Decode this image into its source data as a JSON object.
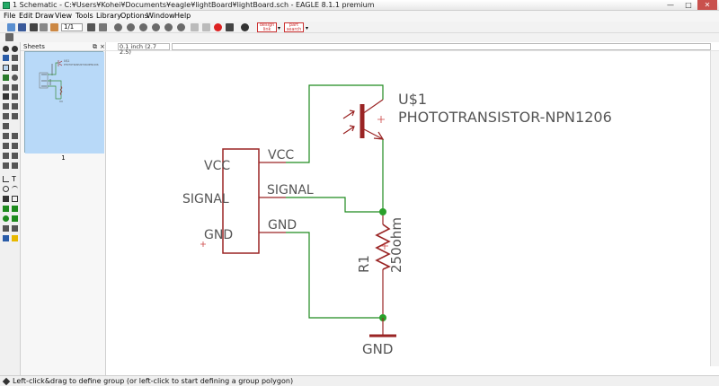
{
  "window": {
    "title": "1 Schematic - C:¥Users¥Kohei¥Documents¥eagle¥lightBoard¥lightBoard.sch - EAGLE 8.1.1 premium",
    "controls": [
      "—",
      "□",
      "✕"
    ]
  },
  "menu": [
    "File",
    "Edit",
    "Draw",
    "View",
    "Tools",
    "Library",
    "Options",
    "Window",
    "Help"
  ],
  "toolbar": {
    "sheet_select": "1/1",
    "icons": [
      "open-icon",
      "save-icon",
      "print-icon",
      "cam-icon",
      "board-icon",
      "sheet-combo-icon",
      "script-icon",
      "run-icon",
      "zoom-fit-icon",
      "zoom-in-icon",
      "zoom-out-icon",
      "zoom-select-icon",
      "redraw-icon",
      "undo-icon",
      "redo-icon",
      "stop-icon",
      "go-icon",
      "help-icon"
    ],
    "design_link_label": "design link",
    "part_search_label": "part search"
  },
  "sheets_panel": {
    "header": "Sheets",
    "sheet_label": "1",
    "thumb_label_name": "U$1",
    "thumb_label_part": "PHOTOTRANSISTOR-NPN1206"
  },
  "coordinate": "0.1 inch (2.7 2.5)",
  "command_line": "",
  "schematic": {
    "connector": {
      "pin_labels": [
        "VCC",
        "SIGNAL",
        "GND"
      ],
      "net_labels": [
        "VCC",
        "SIGNAL",
        "GND"
      ]
    },
    "transistor": {
      "name": "U$1",
      "part": "PHOTOTRANSISTOR-NPN1206"
    },
    "resistor": {
      "name": "R1",
      "value": "250ohm"
    },
    "ground_label": "GND",
    "colors": {
      "net": "#1e8a1e",
      "part": "#9a2424",
      "text": "#555555",
      "junction": "#2aa02a"
    }
  },
  "status": {
    "text": "Left-click&drag to define group (or left-click to start defining a group polygon)"
  }
}
